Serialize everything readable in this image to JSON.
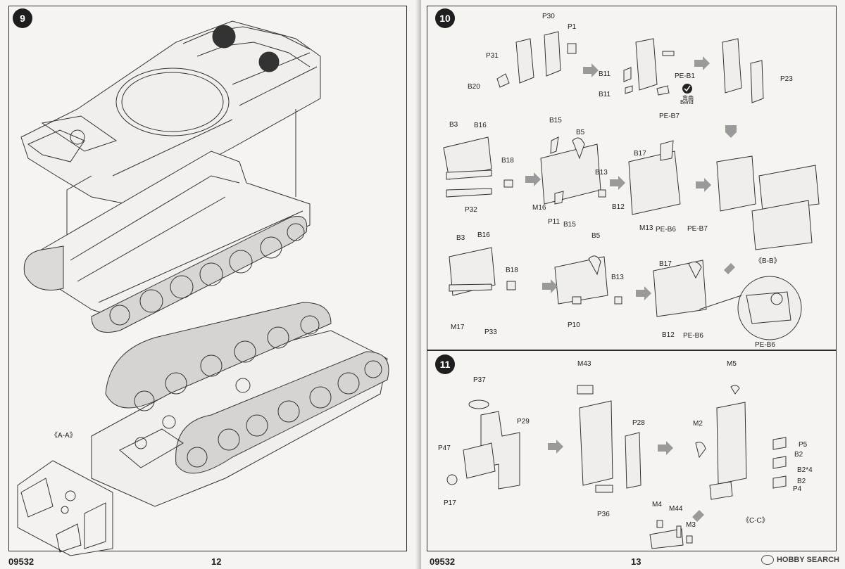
{
  "left_page": {
    "step": "9",
    "section_label": "《A-A》",
    "product_code": "09532",
    "page_number": "12"
  },
  "right_page": {
    "product_code": "09532",
    "page_number": "13",
    "step10": {
      "step": "10",
      "labels": {
        "p30": "P30",
        "p1": "P1",
        "p31": "P31",
        "b20": "B20",
        "b11a": "B11",
        "b11b": "B11",
        "peb1": "PE-B1",
        "bend_cn": "弯曲",
        "bend": "Bend",
        "p23": "P23",
        "b3a": "B3",
        "b16a": "B16",
        "b18a": "B18",
        "p32": "P32",
        "b15a": "B15",
        "b5a": "B5",
        "b13a": "B13",
        "m16": "M16",
        "p11": "P11",
        "peb7a": "PE-B7",
        "b17a": "B17",
        "b12a": "B12",
        "m13": "M13",
        "peb6a": "PE-B6",
        "b3b": "B3",
        "b16b": "B16",
        "b18b": "B18",
        "m17": "M17",
        "p33": "P33",
        "b15b": "B15",
        "b5b": "B5",
        "b13b": "B13",
        "p10": "P10",
        "peb7b": "PE-B7",
        "b17b": "B17",
        "b12b": "B12",
        "peb6b": "PE-B6",
        "section": "《B-B》",
        "peb6c": "PE-B6"
      }
    },
    "step11": {
      "step": "11",
      "labels": {
        "p37": "P37",
        "p29": "P29",
        "p47": "P47",
        "p17": "P17",
        "m43": "M43",
        "p28": "P28",
        "p36": "P36",
        "m5": "M5",
        "m2": "M2",
        "p5": "P5",
        "b2a": "B2",
        "b2x4": "B2*4",
        "b2b": "B2",
        "p4": "P4",
        "m4": "M4",
        "m44": "M44",
        "m3": "M3",
        "section": "《C-C》"
      }
    }
  },
  "watermark": "HOBBY SEARCH"
}
